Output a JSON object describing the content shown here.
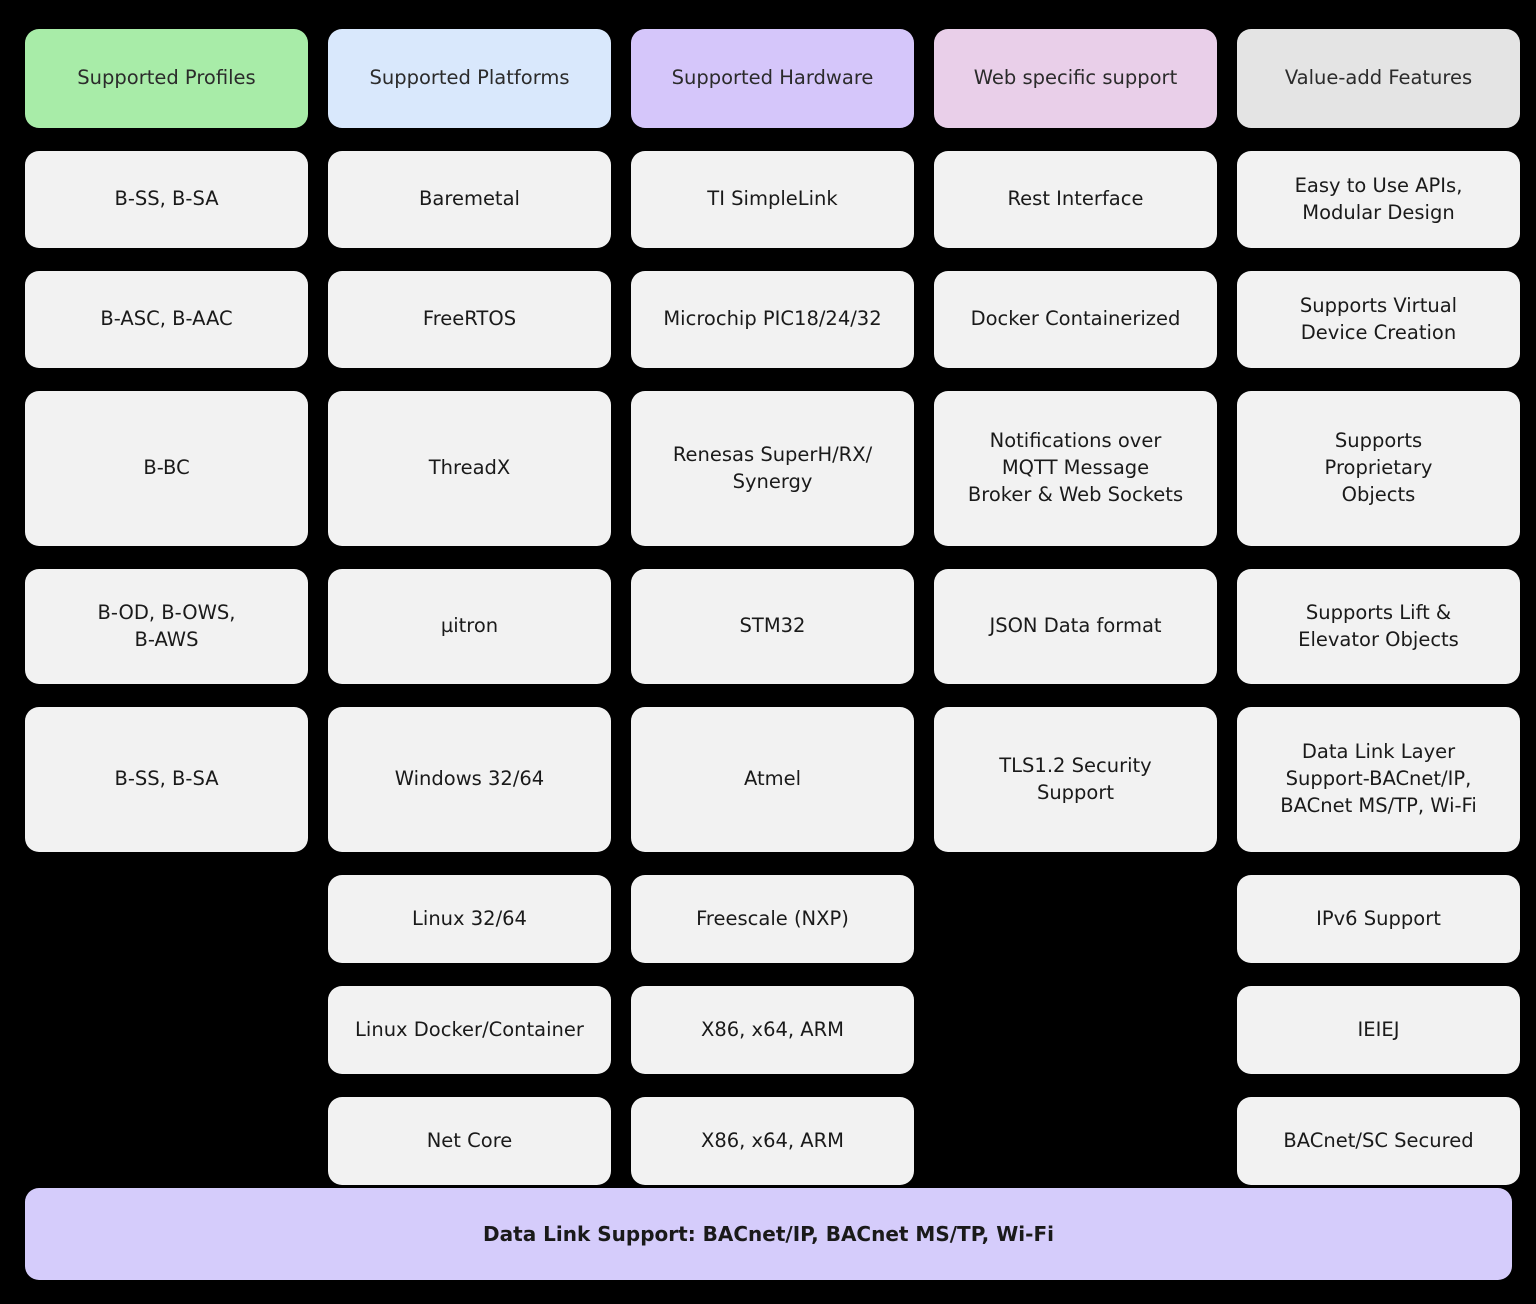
{
  "diagram": {
    "background_color": "#000000",
    "cell_color": "#f2f2f2",
    "columns": [
      {
        "id": "supported-profiles",
        "header": "Supported Profiles",
        "header_color": "#a8eca8",
        "items": [
          "B-SS, B-SA",
          "B-ASC, B-AAC",
          "B-BC",
          "B-OD, B-OWS,\nB-AWS",
          "B-SS, B-SA"
        ]
      },
      {
        "id": "supported-platforms",
        "header": "Supported Platforms",
        "header_color": "#d9e8fc",
        "items": [
          "Baremetal",
          "FreeRTOS",
          "ThreadX",
          "µitron",
          "Windows 32/64",
          "Linux 32/64",
          "Linux Docker/Container",
          "Net Core"
        ]
      },
      {
        "id": "supported-hardware",
        "header": "Supported Hardware",
        "header_color": "#d5c6fa",
        "items": [
          "TI SimpleLink",
          "Microchip PIC18/24/32",
          "Renesas SuperH/RX/\nSynergy",
          "STM32",
          "Atmel",
          "Freescale (NXP)",
          "X86, x64, ARM",
          "X86, x64, ARM"
        ]
      },
      {
        "id": "web-specific-support",
        "header": "Web specific support",
        "header_color": "#e9cfe9",
        "items": [
          "Rest Interface",
          "Docker Containerized",
          "Notifications over\nMQTT Message\nBroker & Web Sockets",
          "JSON Data format",
          "TLS1.2 Security\nSupport"
        ]
      },
      {
        "id": "value-add-features",
        "header": "Value-add Features",
        "header_color": "#e4e4e4",
        "items": [
          "Easy to Use APIs,\nModular Design",
          "Supports Virtual\nDevice Creation",
          "Supports\nProprietary\nObjects",
          "Supports Lift &\nElevator Objects",
          "Data Link Layer\nSupport-BACnet/IP,\nBACnet MS/TP, Wi-Fi",
          "IPv6 Support",
          "IEIEJ",
          "BACnet/SC Secured"
        ]
      }
    ],
    "footer_banner": {
      "label": "Data Link Support: BACnet/IP, BACnet MS/TP, Wi-Fi",
      "color": "#d5ccfb"
    }
  }
}
